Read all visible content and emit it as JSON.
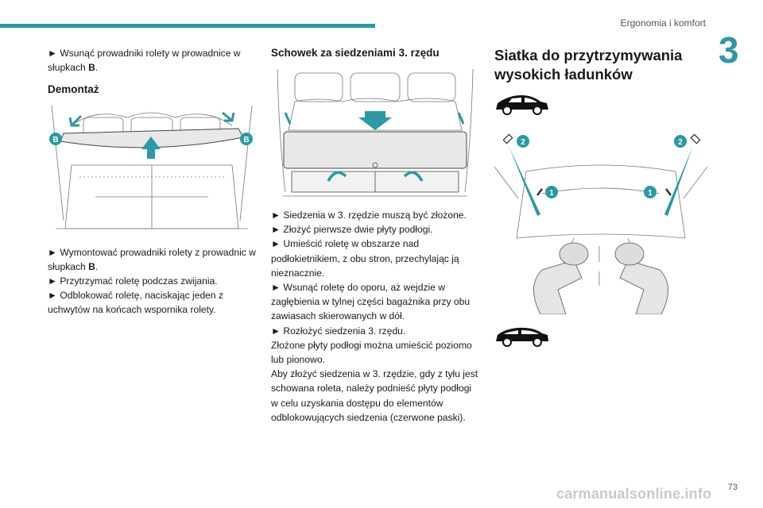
{
  "header": {
    "section": "Ergonomia i komfort",
    "chapter_number": "3",
    "accent_color": "#2a9aa3"
  },
  "left": {
    "intro": "► Wsunąć prowadniki rolety w prowadnice w słupkach ",
    "intro_bold": "B",
    "intro_end": ".",
    "heading": "Demontaż",
    "fig_label_left": "B",
    "fig_label_right": "B",
    "step1": "► Wymontować prowadniki rolety z prowadnic w słupkach ",
    "step1_bold": "B",
    "step1_end": ".",
    "step2": "► Przytrzymać roletę podczas zwijania.",
    "step3": "► Odblokować roletę, naciskając jeden z uchwytów na końcach wspornika rolety."
  },
  "middle": {
    "heading": "Schowek za siedzeniami 3. rzędu",
    "lines": [
      "► Siedzenia w 3. rzędzie muszą być złożone.",
      "► Złożyć pierwsze dwie płyty podłogi.",
      "► Umieścić roletę w obszarze nad podłokietnikiem, z obu stron, przechylając ją nieznacznie.",
      "► Wsunąć roletę do oporu, aż wejdzie w zagłębienia w tylnej części bagażnika przy obu zawiasach skierowanych w dół.",
      "► Rozłożyć siedzenia 3. rzędu.",
      "Złożone płyty podłogi można umieścić poziomo lub pionowo.",
      "Aby złożyć siedzenia w 3. rzędzie, gdy z tyłu jest schowana roleta, należy podnieść płyty podłogi w celu uzyskania dostępu do elementów odblokowujących siedzenia (czerwone paski)."
    ]
  },
  "right": {
    "heading": "Siatka do przytrzymywania wysokich ładunków",
    "label1": "1",
    "label2": "2"
  },
  "footer": {
    "page": "73",
    "watermark": "carmanualsonline.info"
  }
}
